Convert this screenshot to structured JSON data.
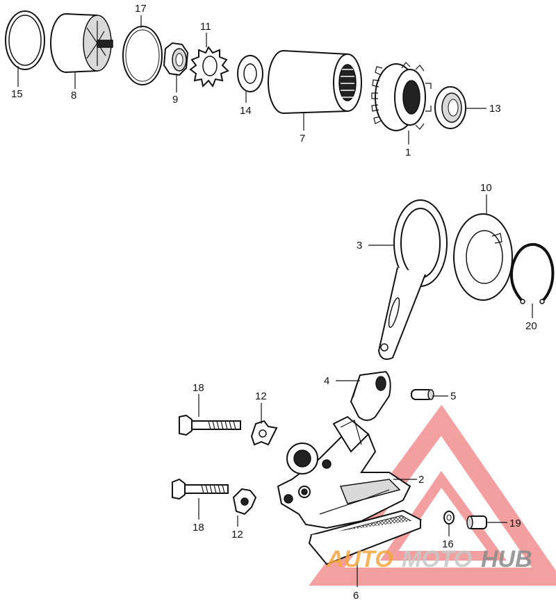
{
  "diagram": {
    "part_numbers": [
      "1",
      "2",
      "3",
      "4",
      "5",
      "6",
      "7",
      "8",
      "9",
      "10",
      "11",
      "12",
      "12",
      "13",
      "14",
      "15",
      "16",
      "17",
      "18",
      "18",
      "19",
      "20"
    ]
  },
  "watermark": {
    "text_orange": "AUTO",
    "text_gray": "MOTO",
    "text_dark": "HUB",
    "colors": {
      "triangle": "#f08080",
      "orange": "#f4a640",
      "gray": "#c7c7c7",
      "dark": "#8a8a8a"
    }
  }
}
